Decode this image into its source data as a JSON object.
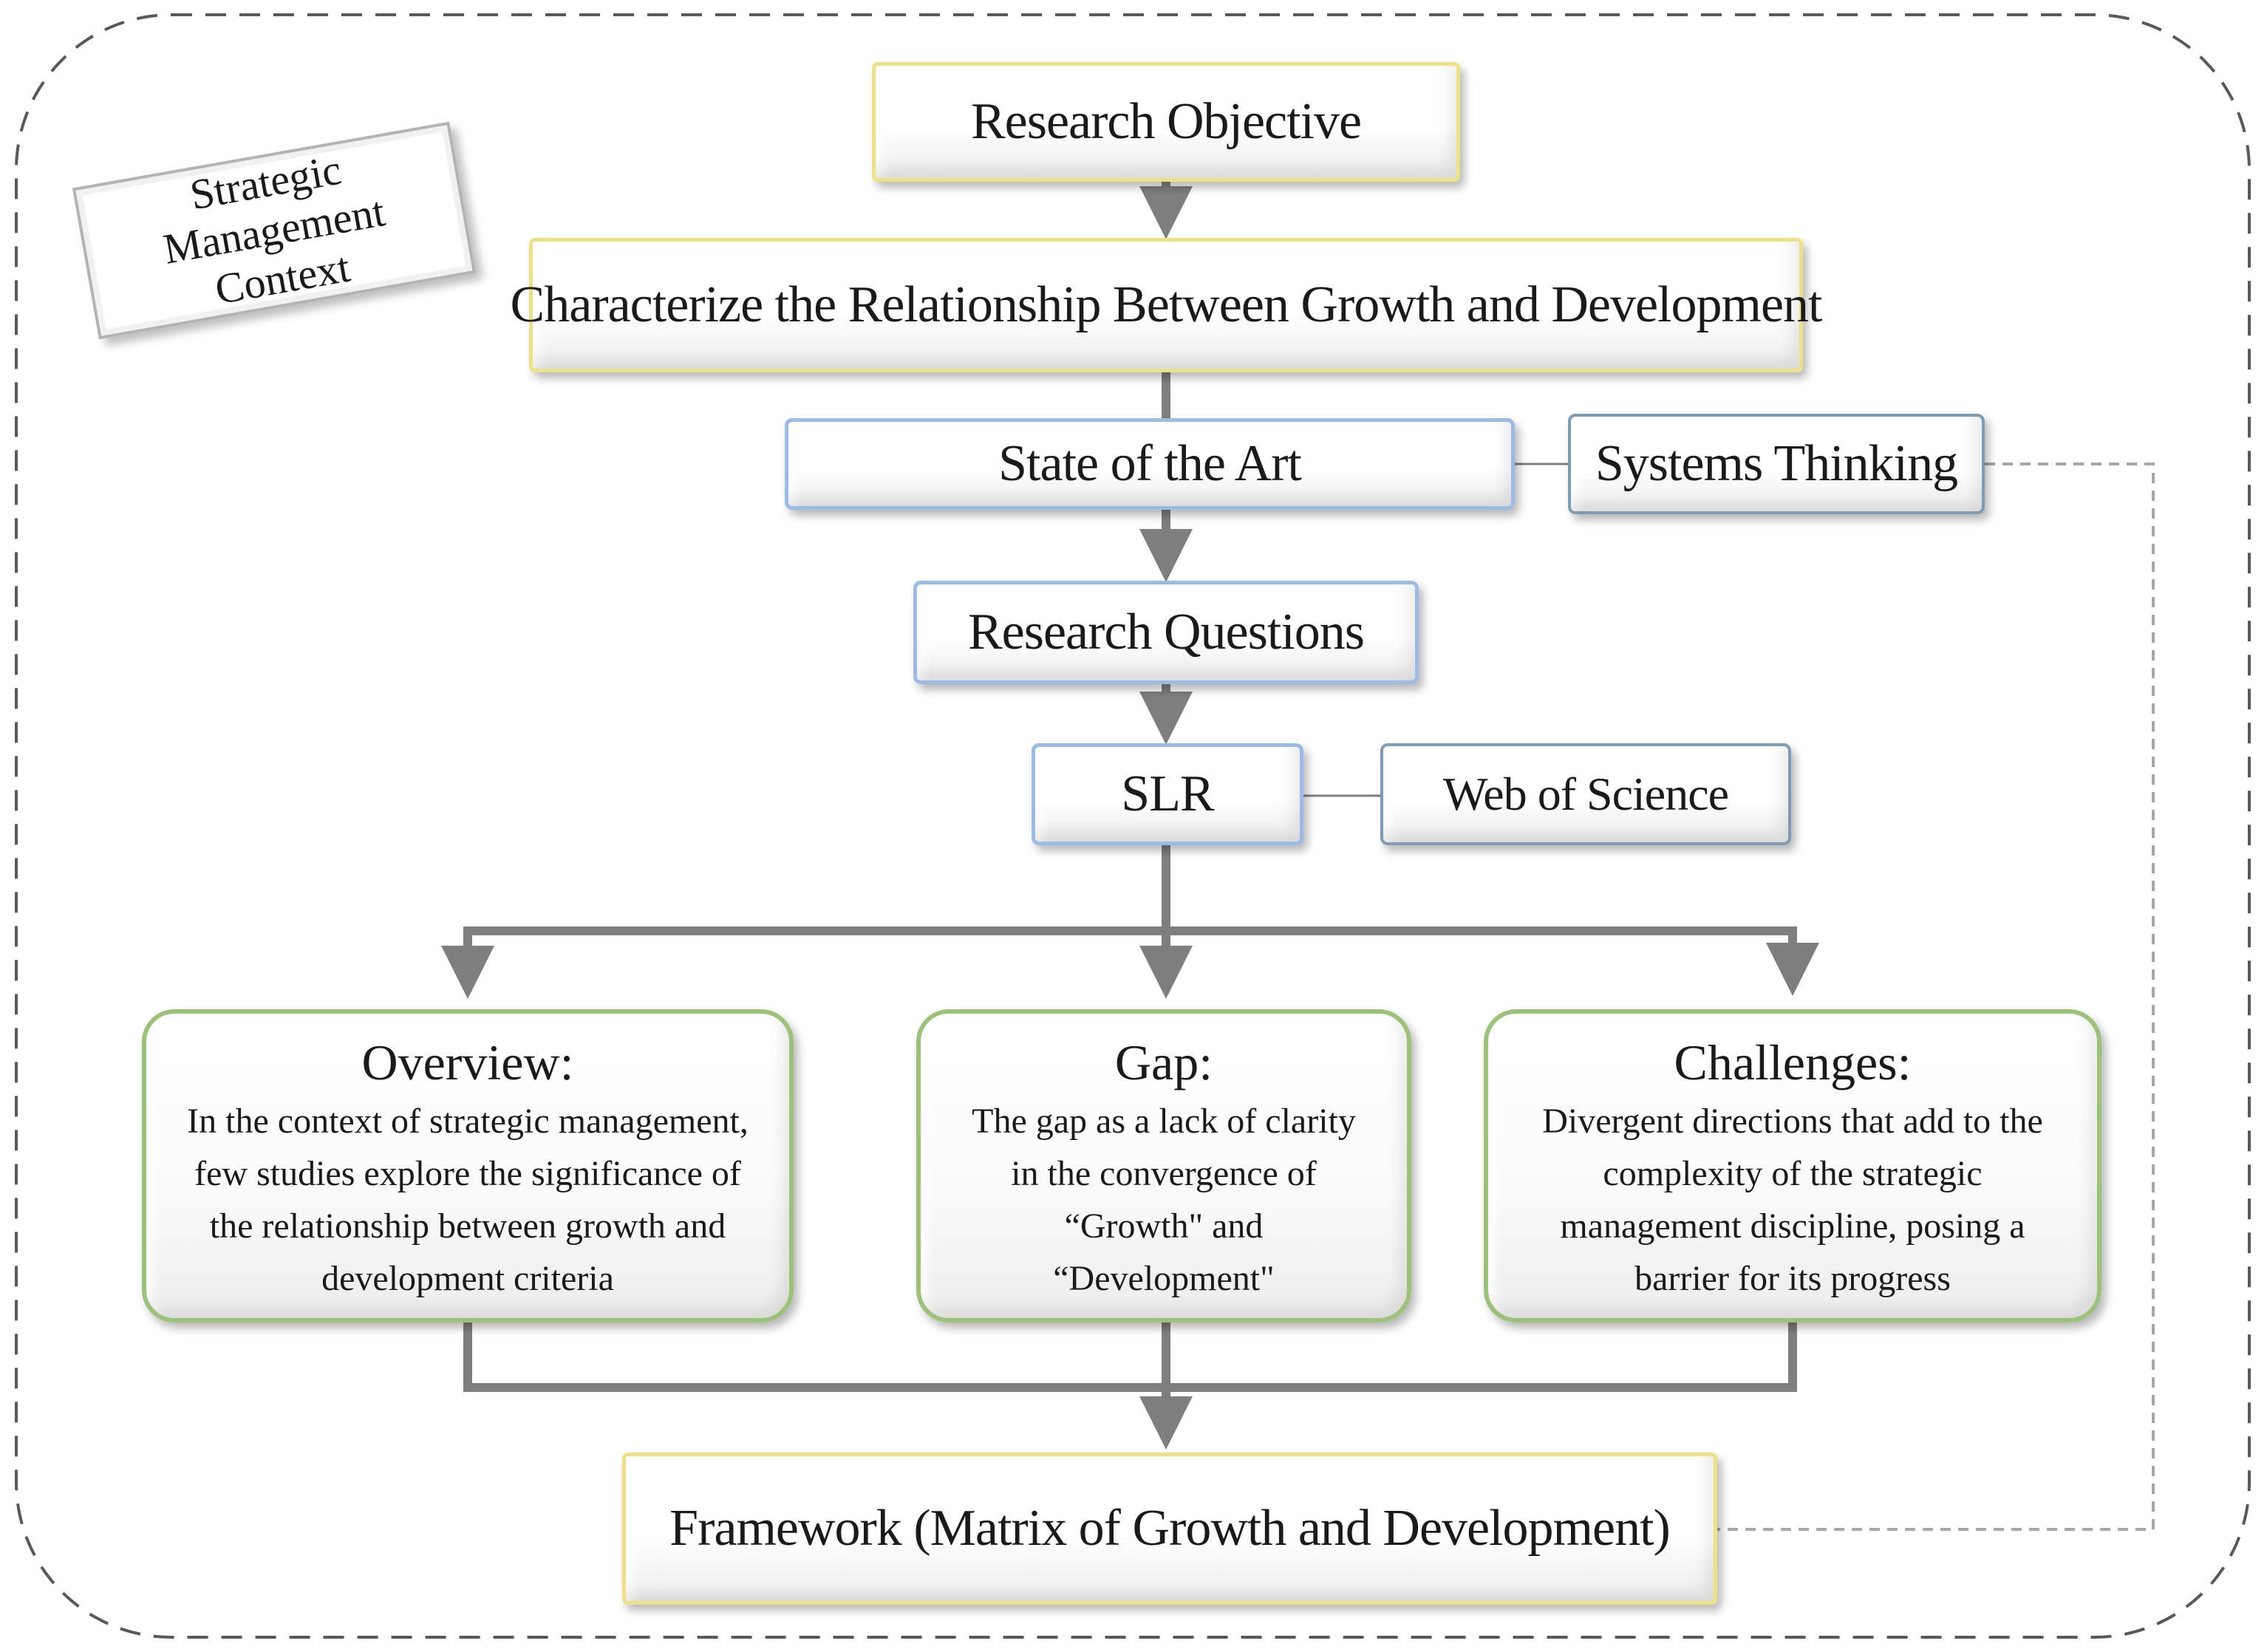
{
  "context_label": {
    "line1": "Strategic Management",
    "line2": "Context"
  },
  "nodes": {
    "research_objective": "Research Objective",
    "characterize": "Characterize the Relationship Between Growth and Development",
    "state_of_the_art": "State of the Art",
    "systems_thinking": "Systems Thinking",
    "research_questions": "Research Questions",
    "slr": "SLR",
    "web_of_science": "Web of Science",
    "framework": "Framework (Matrix of Growth and Development)"
  },
  "findings": {
    "overview": {
      "title": "Overview:",
      "lines": [
        "In the context of strategic management,",
        "few studies explore the significance of",
        "the relationship between growth and",
        "development criteria"
      ]
    },
    "gap": {
      "title": "Gap:",
      "lines": [
        "The gap as a lack of clarity",
        "in the convergence of",
        "“Growth\" and",
        "“Development\""
      ]
    },
    "challenges": {
      "title": "Challenges:",
      "lines": [
        "Divergent directions that add to the",
        "complexity of the strategic",
        "management discipline, posing a",
        "barrier for its progress"
      ]
    }
  },
  "colors": {
    "frame": "#595959",
    "connector": "#7f7f7f",
    "dashed_link": "#a6a6a6",
    "yellow_border": "#ece185",
    "blue_border": "#9bbbe6",
    "steel_border": "#7e9bb6",
    "green_border": "#9cc27a"
  }
}
